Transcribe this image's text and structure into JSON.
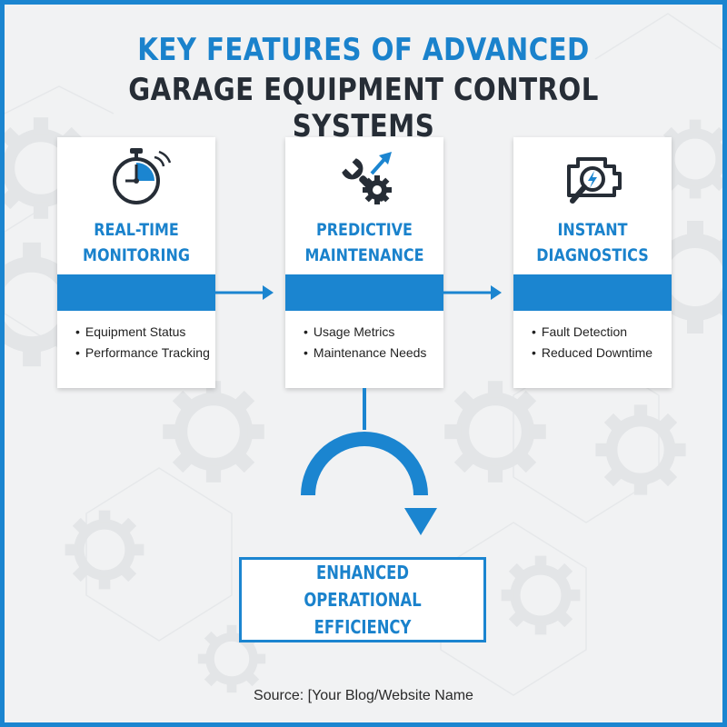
{
  "title": {
    "line1": "KEY FEATURES OF ADVANCED",
    "line2": "GARAGE EQUIPMENT CONTROL SYSTEMS"
  },
  "cards": [
    {
      "heading_line1": "REAL-TIME",
      "heading_line2": "MONITORING",
      "icon": "stopwatch-icon",
      "bullets": [
        "Equipment Status",
        "Performance Tracking"
      ]
    },
    {
      "heading_line1": "PREDICTIVE",
      "heading_line2": "MAINTENANCE",
      "icon": "wrench-gear-icon",
      "bullets": [
        "Usage Metrics",
        "Maintenance Needs"
      ]
    },
    {
      "heading_line1": "INSTANT",
      "heading_line2": "DIAGNOSTICS",
      "icon": "engine-diagnostics-icon",
      "bullets": [
        "Fault Detection",
        "Reduced Downtime"
      ]
    }
  ],
  "result": {
    "line1": "ENHANCED OPERATIONAL",
    "line2": "EFFICIENCY"
  },
  "source": "Source: [Your Blog/Website Name",
  "colors": {
    "accent": "#1b85d0",
    "dark_text": "#262d36",
    "background": "#f1f2f3"
  }
}
